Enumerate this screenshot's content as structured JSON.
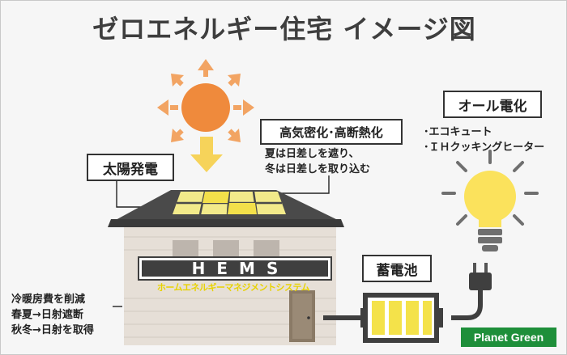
{
  "title": "ゼロエネルギー住宅 イメージ図",
  "labels": {
    "solar": "太陽発電",
    "insulation": "高気密化･高断熱化",
    "all_electric": "オール電化",
    "battery": "蓄電池",
    "hems": "HEMS"
  },
  "notes": {
    "shade_line1": "夏は日差しを遮り、",
    "shade_line2": "冬は日差しを取り込む",
    "electric_line1": "･エコキュート",
    "electric_line2": "･ＩＨクッキングヒーター",
    "hems_sub": "ホームエネルギーマネジメントシステム",
    "heating_line1": "冷暖房費を削減",
    "heating_line2": "春夏→日射遮断",
    "heating_line3": "秋冬→日射を取得"
  },
  "brand": "Planet Green",
  "colors": {
    "sun": "#ef8a3c",
    "sun_arrows": "#f2a463",
    "sun_down_arrow": "#f6d35a",
    "bulb": "#fbe25c",
    "battery_cells": "#f4e24a",
    "dark": "#3f3f3f",
    "brand_green": "#1e8f3a"
  },
  "icons": [
    "sun-icon",
    "light-bulb-icon",
    "power-plug-icon",
    "battery-icon",
    "house-icon",
    "solar-panel-icon"
  ]
}
